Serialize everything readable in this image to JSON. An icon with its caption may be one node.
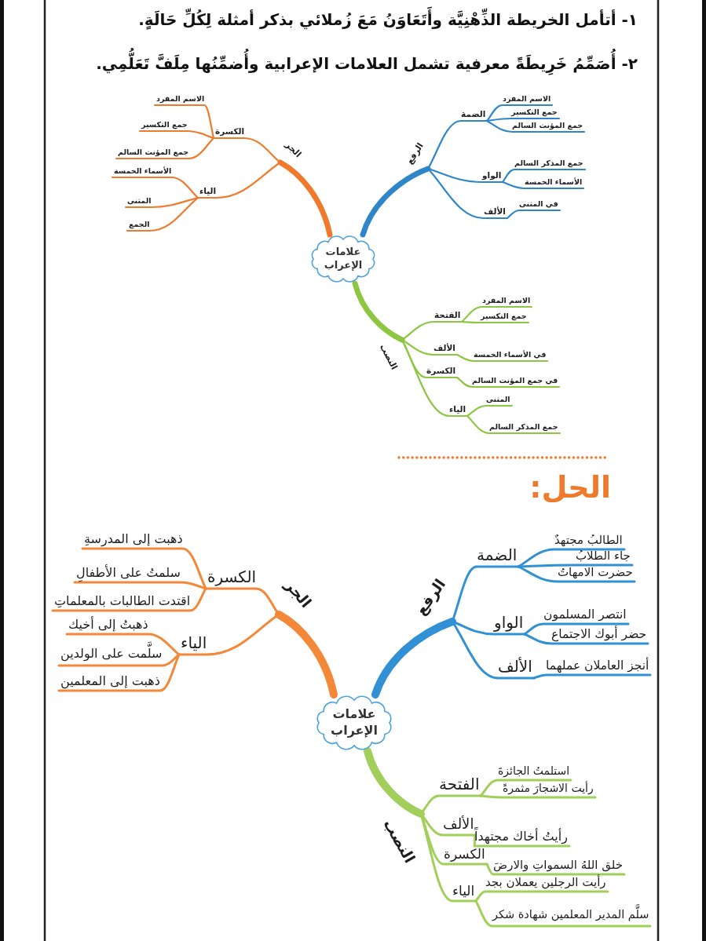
{
  "diagram": {
    "nodes": [
      {
        "text": [
          "علامات الإعراب"
        ]
      },
      {
        "text": [
          "الرفع"
        ]
      },
      {
        "text": [
          "الضمة"
        ]
      },
      {
        "text": [
          "الاسم المفرد"
        ]
      },
      {
        "text": [
          "جمع التكسير"
        ]
      },
      {
        "text": [
          "جمع المؤنث السالم"
        ]
      },
      {
        "text": [
          "الواو"
        ]
      },
      {
        "text": [
          "جمع المذكر السالم"
        ]
      },
      {
        "text": [
          "الأسماء الخمسة"
        ]
      },
      {
        "text": [
          "الألف"
        ]
      },
      {
        "text": [
          "في المثنى"
        ]
      },
      {
        "text": [
          "الجر"
        ]
      },
      {
        "text": [
          "الكسرة"
        ]
      },
      {
        "text": [
          "الاسم المفرد"
        ]
      },
      {
        "text": [
          "جمع التكسير"
        ]
      },
      {
        "text": [
          "جمع المؤنث السالم"
        ]
      },
      {
        "text": [
          "الياء"
        ]
      },
      {
        "text": [
          "الأسماء الخمسة"
        ]
      },
      {
        "text": [
          "المثنى"
        ]
      },
      {
        "text": [
          "الجمع"
        ]
      },
      {
        "text": [
          "النصب"
        ]
      },
      {
        "text": [
          "الفتحة"
        ]
      },
      {
        "text": [
          "الاسم المفرد"
        ]
      },
      {
        "text": [
          "جمع التكسير"
        ]
      },
      {
        "text": [
          "الألف"
        ]
      },
      {
        "text": [
          "في الأسماء الخمسة"
        ]
      },
      {
        "text": [
          "الكسرة"
        ]
      },
      {
        "text": [
          "في جمع المؤنث السالم"
        ]
      },
      {
        "text": [
          "الياء"
        ]
      },
      {
        "text": [
          "المثنى"
        ]
      },
      {
        "text": [
          "جمع المذكر السالم"
        ]
      },
      {
        "text": [
          "علامات الإعراب"
        ]
      },
      {
        "text": [
          "الرفع"
        ]
      },
      {
        "text": [
          "الضمة"
        ]
      },
      {
        "text": [
          "الطالبُ مجتهدٌ"
        ]
      },
      {
        "text": [
          "جاء الطلابُ"
        ]
      },
      {
        "text": [
          "حضرت الامهاتُ"
        ]
      },
      {
        "text": [
          "الواو"
        ]
      },
      {
        "text": [
          "انتصر المسلمون"
        ]
      },
      {
        "text": [
          "حضر أبوك الاجتماع"
        ]
      },
      {
        "text": [
          "الألف"
        ]
      },
      {
        "text": [
          "أنجز العاملان عملهما"
        ]
      },
      {
        "text": [
          "الجر"
        ]
      },
      {
        "text": [
          "الكسرة"
        ]
      },
      {
        "text": [
          "ذهبت إلى المدرسةِ"
        ]
      },
      {
        "text": [
          "سلمتُ على الأطفالِ"
        ]
      },
      {
        "text": [
          "اقتدت الطالبات بالمعلماتِ"
        ]
      },
      {
        "text": [
          "الياء"
        ]
      },
      {
        "text": [
          "ذهبتُ إلى أخيك"
        ]
      },
      {
        "text": [
          "سلَّمت على الولدين"
        ]
      },
      {
        "text": [
          "ذهبت إلى المعلمين"
        ]
      },
      {
        "text": [
          "النصب"
        ]
      },
      {
        "text": [
          "الفتحة"
        ]
      },
      {
        "text": [
          "استلمتُ الجائزةَ"
        ]
      },
      {
        "text": [
          "رأيت الاشجارَ مثمرةً"
        ]
      },
      {
        "text": [
          "الألف"
        ]
      },
      {
        "text": [
          "رأيتُ أخاك مجتهداً"
        ]
      },
      {
        "text": [
          "الكسرة"
        ]
      },
      {
        "text": [
          "خلق اللهُ السمواتِ والارضَ"
        ]
      },
      {
        "text": [
          "الياء"
        ]
      },
      {
        "text": [
          "رأيت الرجلين يعملان بجد"
        ]
      },
      {
        "text": [
          "سلَّم المدير المعلمين شهادة شكر"
        ]
      }
    ],
    "edges": [
      {
        "from": 0,
        "to": 1,
        "arrow": "none",
        "style": "thick",
        "color": "#2e86c9"
      },
      {
        "from": 1,
        "to": 2,
        "arrow": "none",
        "color": "#2e86c9"
      },
      {
        "from": 2,
        "to": 3,
        "arrow": "none",
        "color": "#2e86c9"
      },
      {
        "from": 2,
        "to": 4,
        "arrow": "none",
        "color": "#2e86c9"
      },
      {
        "from": 2,
        "to": 5,
        "arrow": "none",
        "color": "#2e86c9"
      },
      {
        "from": 1,
        "to": 6,
        "arrow": "none",
        "color": "#2e86c9"
      },
      {
        "from": 6,
        "to": 7,
        "arrow": "none",
        "color": "#2e86c9"
      },
      {
        "from": 6,
        "to": 8,
        "arrow": "none",
        "color": "#2e86c9"
      },
      {
        "from": 1,
        "to": 9,
        "arrow": "none",
        "color": "#2e86c9"
      },
      {
        "from": 9,
        "to": 10,
        "arrow": "none",
        "color": "#2e86c9"
      },
      {
        "from": 0,
        "to": 11,
        "arrow": "none",
        "style": "thick",
        "color": "#f07a2b"
      },
      {
        "from": 11,
        "to": 12,
        "arrow": "none",
        "color": "#f07a2b"
      },
      {
        "from": 12,
        "to": 13,
        "arrow": "none",
        "color": "#f07a2b"
      },
      {
        "from": 12,
        "to": 14,
        "arrow": "none",
        "color": "#f07a2b"
      },
      {
        "from": 12,
        "to": 15,
        "arrow": "none",
        "color": "#f07a2b"
      },
      {
        "from": 11,
        "to": 16,
        "arrow": "none",
        "color": "#f07a2b"
      },
      {
        "from": 16,
        "to": 17,
        "arrow": "none",
        "color": "#f07a2b"
      },
      {
        "from": 16,
        "to": 18,
        "arrow": "none",
        "color": "#f07a2b"
      },
      {
        "from": 16,
        "to": 19,
        "arrow": "none",
        "color": "#f07a2b"
      },
      {
        "from": 0,
        "to": 20,
        "arrow": "none",
        "style": "thick",
        "color": "#8dc641"
      },
      {
        "from": 20,
        "to": 21,
        "arrow": "none",
        "color": "#8dc641"
      },
      {
        "from": 21,
        "to": 22,
        "arrow": "none",
        "color": "#8dc641"
      },
      {
        "from": 21,
        "to": 23,
        "arrow": "none",
        "color": "#8dc641"
      },
      {
        "from": 20,
        "to": 24,
        "arrow": "none",
        "color": "#8dc641"
      },
      {
        "from": 24,
        "to": 25,
        "arrow": "none",
        "color": "#8dc641"
      },
      {
        "from": 20,
        "to": 26,
        "arrow": "none",
        "color": "#8dc641"
      },
      {
        "from": 26,
        "to": 27,
        "arrow": "none",
        "color": "#8dc641"
      },
      {
        "from": 20,
        "to": 28,
        "arrow": "none",
        "color": "#8dc641"
      },
      {
        "from": 28,
        "to": 29,
        "arrow": "none",
        "color": "#8dc641"
      },
      {
        "from": 28,
        "to": 30,
        "arrow": "none",
        "color": "#8dc641"
      },
      {
        "from": 31,
        "to": 32,
        "arrow": "none",
        "style": "thick",
        "color": "#3191d4"
      },
      {
        "from": 32,
        "to": 33,
        "arrow": "none",
        "color": "#3191d4"
      },
      {
        "from": 33,
        "to": 34,
        "arrow": "none",
        "color": "#3191d4"
      },
      {
        "from": 33,
        "to": 35,
        "arrow": "none",
        "color": "#3191d4"
      },
      {
        "from": 33,
        "to": 36,
        "arrow": "none",
        "color": "#3191d4"
      },
      {
        "from": 32,
        "to": 37,
        "arrow": "none",
        "color": "#3191d4"
      },
      {
        "from": 37,
        "to": 38,
        "arrow": "none",
        "color": "#3191d4"
      },
      {
        "from": 37,
        "to": 39,
        "arrow": "none",
        "color": "#3191d4"
      },
      {
        "from": 32,
        "to": 40,
        "arrow": "none",
        "color": "#3191d4"
      },
      {
        "from": 40,
        "to": 41,
        "arrow": "none",
        "color": "#3191d4"
      },
      {
        "from": 31,
        "to": 42,
        "arrow": "none",
        "style": "thick",
        "color": "#f38838"
      },
      {
        "from": 42,
        "to": 43,
        "arrow": "none",
        "color": "#f38838"
      },
      {
        "from": 43,
        "to": 44,
        "arrow": "none",
        "color": "#f38838"
      },
      {
        "from": 43,
        "to": 45,
        "arrow": "none",
        "color": "#f38838"
      },
      {
        "from": 43,
        "to": 46,
        "arrow": "none",
        "color": "#f38838"
      },
      {
        "from": 42,
        "to": 47,
        "arrow": "none",
        "color": "#f38838"
      },
      {
        "from": 47,
        "to": 48,
        "arrow": "none",
        "color": "#f38838"
      },
      {
        "from": 47,
        "to": 49,
        "arrow": "none",
        "color": "#f38838"
      },
      {
        "from": 47,
        "to": 50,
        "arrow": "none",
        "color": "#f38838"
      },
      {
        "from": 31,
        "to": 51,
        "arrow": "none",
        "style": "thick",
        "color": "#a2cf5b"
      },
      {
        "from": 51,
        "to": 52,
        "arrow": "none",
        "color": "#a2cf5b"
      },
      {
        "from": 52,
        "to": 53,
        "arrow": "none",
        "color": "#a2cf5b"
      },
      {
        "from": 52,
        "to": 54,
        "arrow": "none",
        "color": "#a2cf5b"
      },
      {
        "from": 51,
        "to": 55,
        "arrow": "none",
        "color": "#a2cf5b"
      },
      {
        "from": 55,
        "to": 56,
        "arrow": "none",
        "color": "#a2cf5b"
      },
      {
        "from": 51,
        "to": 57,
        "arrow": "none",
        "color": "#a2cf5b"
      },
      {
        "from": 57,
        "to": 58,
        "arrow": "none",
        "color": "#a2cf5b"
      },
      {
        "from": 51,
        "to": 59,
        "arrow": "none",
        "color": "#a2cf5b"
      },
      {
        "from": 59,
        "to": 60,
        "arrow": "none",
        "color": "#a2cf5b"
      },
      {
        "from": 59,
        "to": 61,
        "arrow": "none",
        "color": "#a2cf5b"
      }
    ],
    "labels": [
      "١- أتأمل الخريطة الذِّهْنِيَّة وأَتَعَاوَنُ مَعَ زُملائي بذكر أمثلة لِكُلِّ حَالَةٍ.",
      "٢- أُصَمِّمُ خَرِيطَةً معرفية تشمل العلامات الإعرابية وأُضمِّنُها مِلَفَّ تَعَلُّمِي.",
      "الحل:"
    ]
  }
}
